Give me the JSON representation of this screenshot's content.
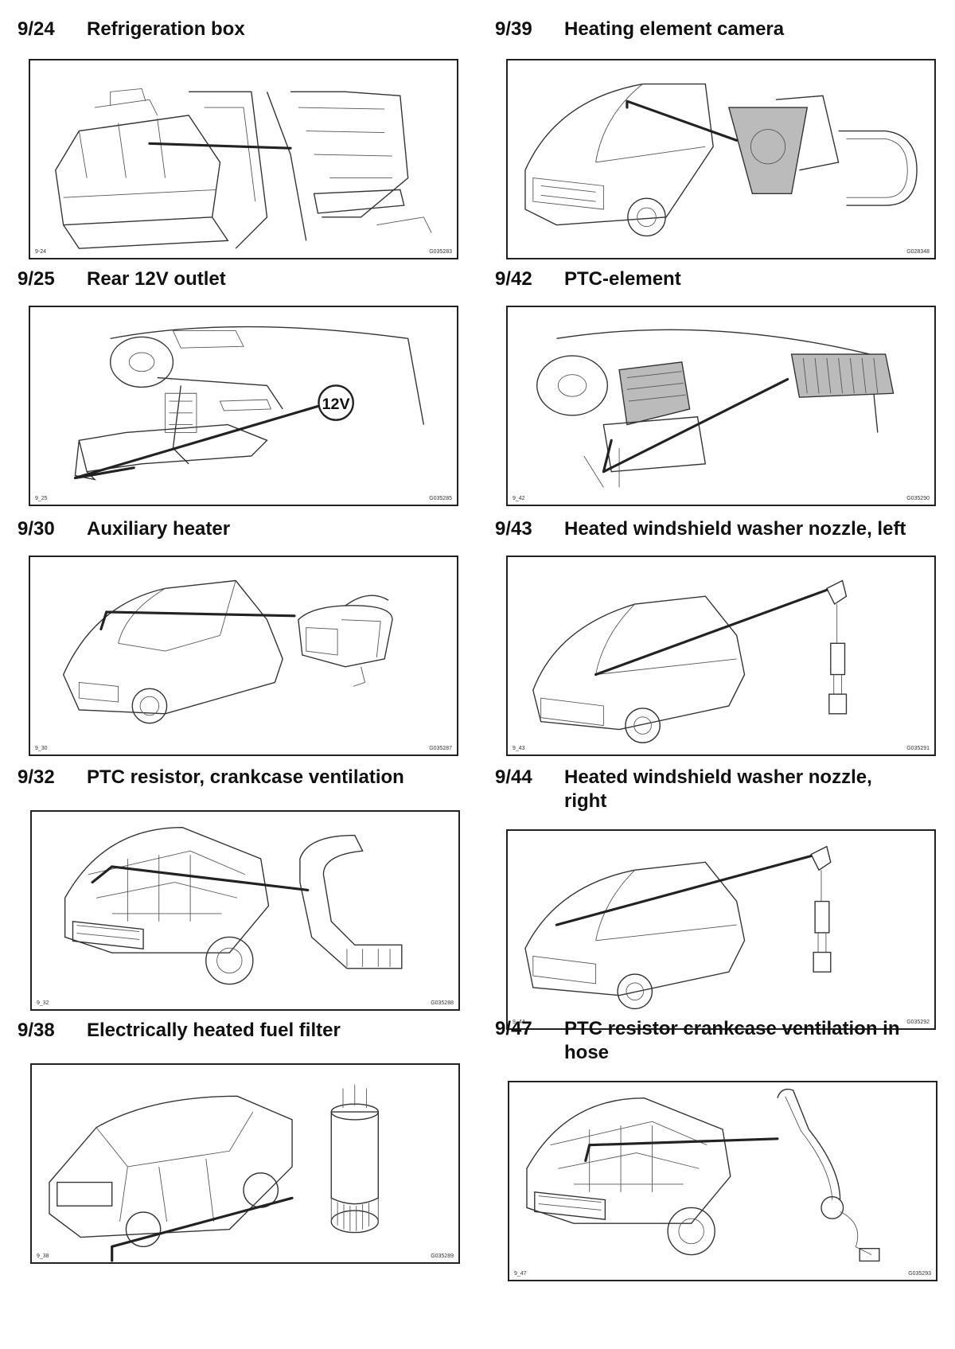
{
  "items": [
    {
      "num": "9/24",
      "title": "Refrigeration box",
      "fig_id": "9-24",
      "ref": "G035283"
    },
    {
      "num": "9/39",
      "title": "Heating element camera",
      "fig_id": "",
      "ref": "G028348"
    },
    {
      "num": "9/25",
      "title": "Rear 12V outlet",
      "fig_id": "9_25",
      "ref": "G035285",
      "callout": "12V"
    },
    {
      "num": "9/42",
      "title": "PTC-element",
      "fig_id": "9_42",
      "ref": "G035290"
    },
    {
      "num": "9/30",
      "title": "Auxiliary heater",
      "fig_id": "9_30",
      "ref": "G035287"
    },
    {
      "num": "9/43",
      "title": "Heated windshield washer nozzle, left",
      "fig_id": "9_43",
      "ref": "G035291"
    },
    {
      "num": "9/44",
      "title": "Heated windshield washer nozzle, right",
      "fig_id": "9_44",
      "ref": "G035292"
    },
    {
      "num": "9/32",
      "title": "PTC resistor, crankcase ventilation",
      "fig_id": "9_32",
      "ref": "G035288"
    },
    {
      "num": "9/47",
      "title": "PTC resistor crankcase ventilation in hose",
      "fig_id": "9_47",
      "ref": "G035293"
    },
    {
      "num": "9/38",
      "title": "Electrically heated fuel filter",
      "fig_id": "9_38",
      "ref": "G035289"
    }
  ]
}
